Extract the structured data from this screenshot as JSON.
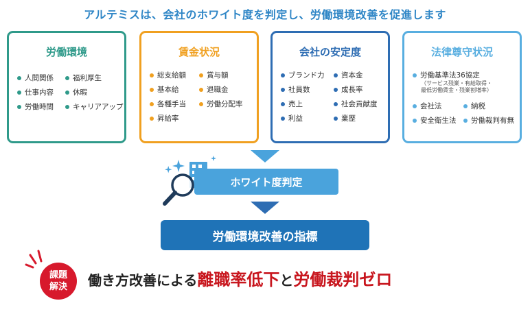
{
  "headline": "アルテミスは、会社のホワイト度を判定し、労働環境改善を促進します",
  "cards": [
    {
      "title": "労働環境",
      "color": "#2f9a8a",
      "items": [
        "人間関係",
        "福利厚生",
        "仕事内容",
        "休暇",
        "労働時間",
        "キャリアアップ"
      ]
    },
    {
      "title": "賃金状況",
      "color": "#f0a020",
      "items": [
        "総支給額",
        "賞与額",
        "基本給",
        "退職金",
        "各種手当",
        "労働分配率",
        "昇給率"
      ]
    },
    {
      "title": "会社の安定度",
      "color": "#2e6db3",
      "items": [
        "ブランド力",
        "資本金",
        "社員数",
        "成長率",
        "売上",
        "社会貢献度",
        "利益",
        "業歴"
      ]
    },
    {
      "title": "法律尊守状況",
      "color": "#58aee0",
      "items": [
        "労働基準法36協定",
        "会社法",
        "納税",
        "安全衛生法",
        "労働裁判有無"
      ],
      "note": [
        "（サービス残業・有給取得・",
        "最低労働賃金・残業割増率）"
      ]
    }
  ],
  "judge_label": "ホワイト度判定",
  "index_label": "労働環境改善の指標",
  "badge": {
    "line1": "課題",
    "line2": "解決"
  },
  "result": {
    "part1": "働き方改善による",
    "part2": "離職率低下",
    "part3": "と",
    "part4": "労働裁判ゼロ"
  },
  "colors": {
    "primary": "#1f73b7",
    "accent_red": "#d7192c"
  }
}
